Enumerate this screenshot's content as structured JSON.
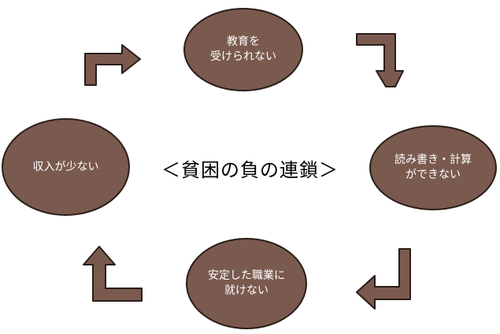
{
  "title": "＜貧困の負の連鎖＞",
  "nodes": {
    "education": {
      "line1": "教育を",
      "line2": "受けられない"
    },
    "literacy": {
      "line1": "読み書き・計算",
      "line2": "ができない"
    },
    "job": {
      "line1": "安定した職業に",
      "line2": "就けない"
    },
    "income": {
      "line1": "収入が少ない"
    }
  },
  "colors": {
    "node_fill": "#7a5a4e",
    "node_stroke": "#2a1d18",
    "arrow_fill": "#7a5a4e"
  }
}
